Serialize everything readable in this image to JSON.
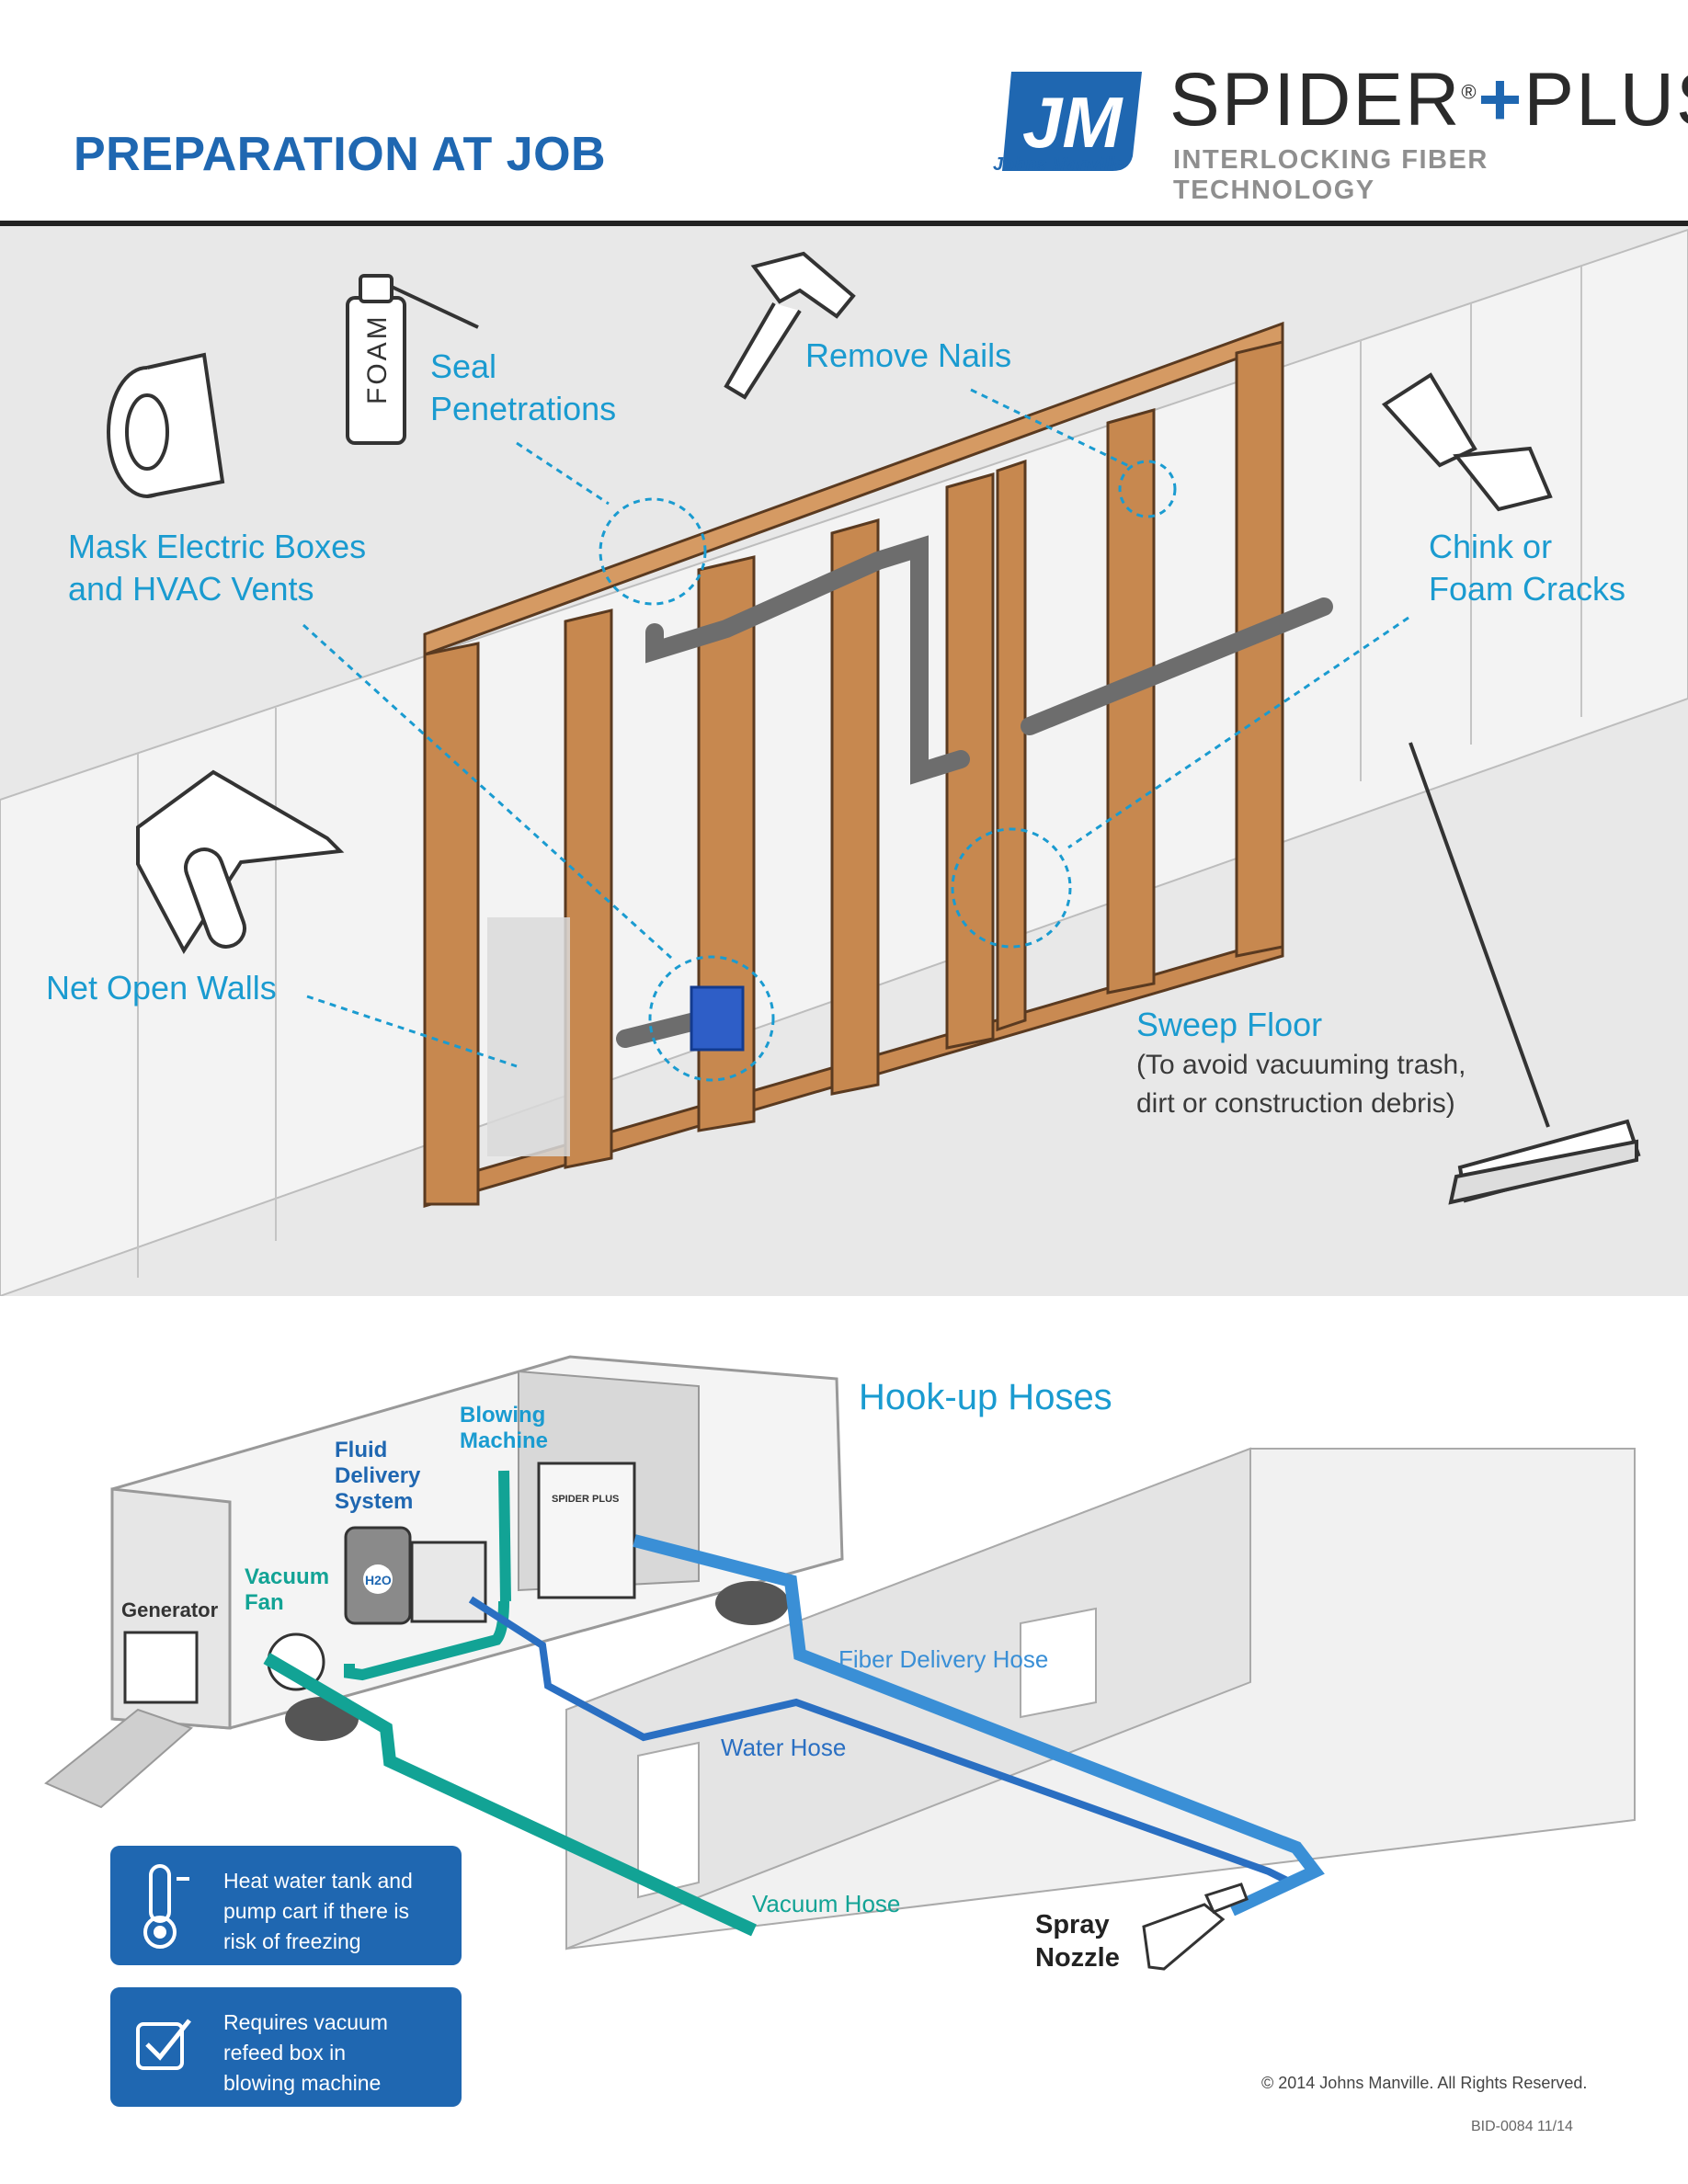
{
  "header": {
    "title": "PREPARATION AT JOB",
    "logo_text": "JM",
    "logo_company": "Johns Manville",
    "brand_name": "SPIDER",
    "brand_plus": "PLUS",
    "brand_reg": "®",
    "tagline": "INTERLOCKING FIBER TECHNOLOGY"
  },
  "prep": {
    "foam_can_label": "FOAM",
    "callouts": {
      "seal": [
        "Seal",
        "Penetrations"
      ],
      "nails": "Remove Nails",
      "mask": [
        "Mask Electric Boxes",
        "and HVAC Vents"
      ],
      "chink": [
        "Chink or",
        "Foam Cracks"
      ],
      "net": "Net Open Walls",
      "sweep": "Sweep Floor",
      "sweep_note": [
        "(To avoid vacuuming trash,",
        "dirt or construction debris)"
      ]
    }
  },
  "hookup": {
    "title": "Hook-up Hoses",
    "equipment": {
      "blowing": [
        "Blowing",
        "Machine"
      ],
      "fluid": [
        "Fluid",
        "Delivery",
        "System"
      ],
      "vacuum_fan": [
        "Vacuum",
        "Fan"
      ],
      "generator": "Generator",
      "tank_label": "H2O",
      "machine_label": "SPIDER PLUS"
    },
    "hoses": {
      "fiber": "Fiber Delivery Hose",
      "water": "Water Hose",
      "vacuum": "Vacuum Hose"
    },
    "nozzle": [
      "Spray",
      "Nozzle"
    ],
    "notes": [
      {
        "icon": "thermometer-icon",
        "lines": [
          "Heat water tank and",
          "pump cart if there is",
          "risk of freezing"
        ]
      },
      {
        "icon": "checkbox-icon",
        "lines": [
          "Requires vacuum",
          "refeed box in",
          "blowing machine"
        ]
      }
    ],
    "colors": {
      "vacuum": "#12a395",
      "water": "#2a6fc2",
      "fiber": "#3a8fd6",
      "accent": "#1f67b1"
    }
  },
  "footer": {
    "copyright": "© 2014 Johns Manville. All Rights Reserved.",
    "code": "BID-0084  11/14"
  }
}
